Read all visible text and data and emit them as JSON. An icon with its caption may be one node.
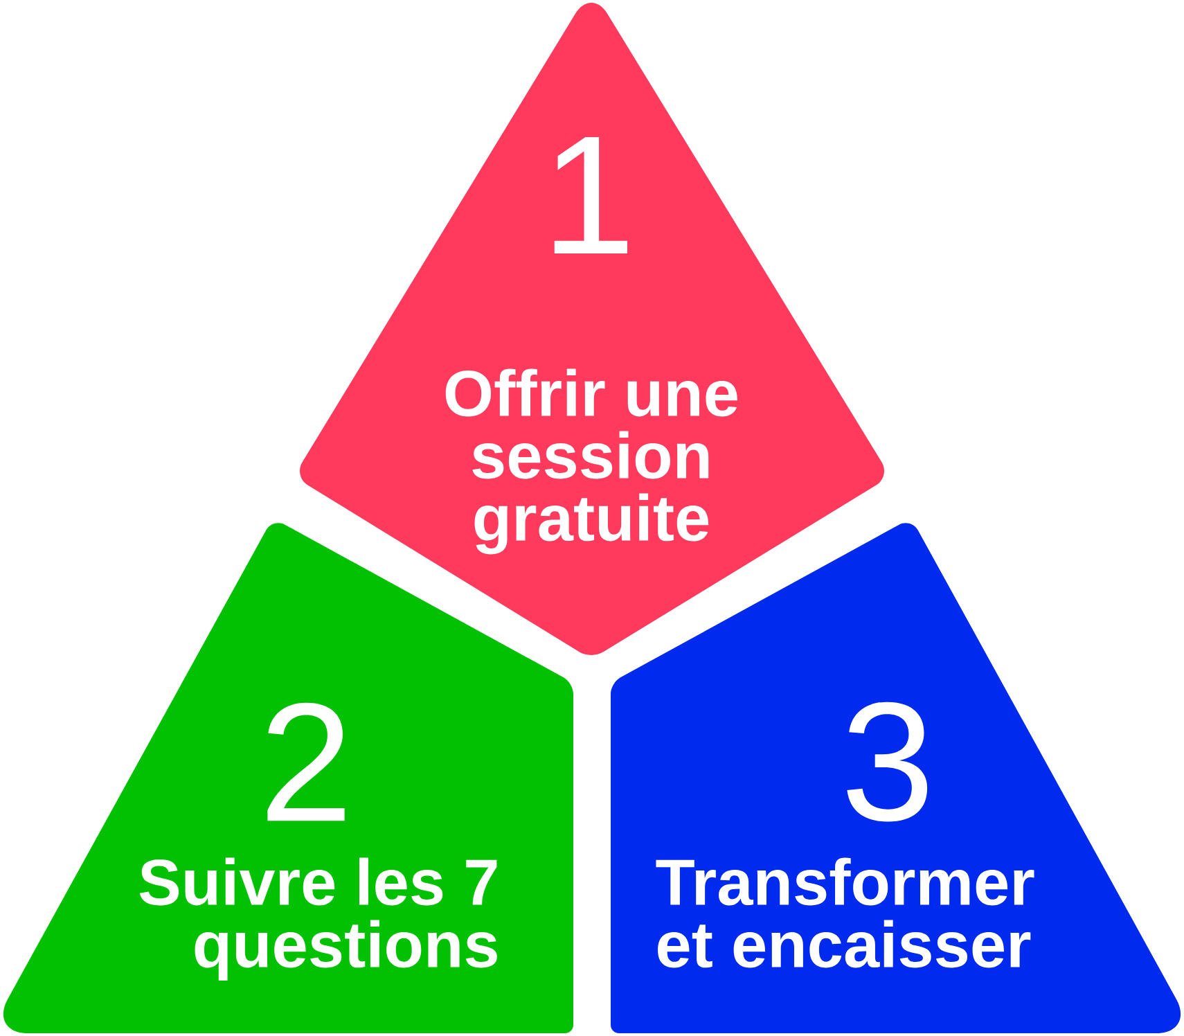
{
  "diagram": {
    "nodes": [
      {
        "text": [
          "1",
          "Offrir une session gratuite"
        ]
      },
      {
        "text": [
          "2",
          "Suivre les 7 questions"
        ]
      },
      {
        "text": [
          "3",
          "Transformer et encaisser"
        ]
      }
    ]
  }
}
